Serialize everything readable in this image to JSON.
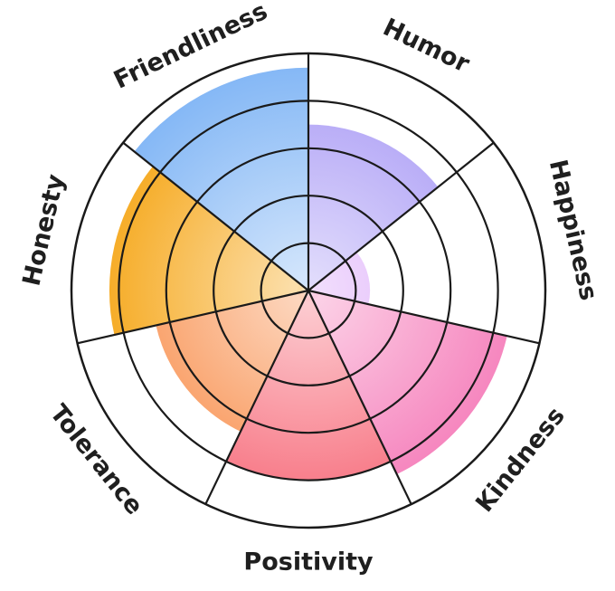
{
  "chart_data": {
    "type": "polar-area",
    "title": "",
    "categories": [
      "Humor",
      "Happiness",
      "Kindness",
      "Positivity",
      "Tolerance",
      "Honesty",
      "Friendliness"
    ],
    "values": [
      3.5,
      1.3,
      4.3,
      4.0,
      3.3,
      4.2,
      4.7
    ],
    "rmax": 5,
    "ring_count": 5,
    "colors": {
      "Humor": "#a899f5",
      "Happiness": "#d69cf8",
      "Kindness": "#f57ab8",
      "Positivity": "#f76b7a",
      "Tolerance": "#f88a45",
      "Honesty": "#f5a30f",
      "Friendliness": "#80b5f5"
    },
    "grid": true,
    "legend": "none"
  }
}
